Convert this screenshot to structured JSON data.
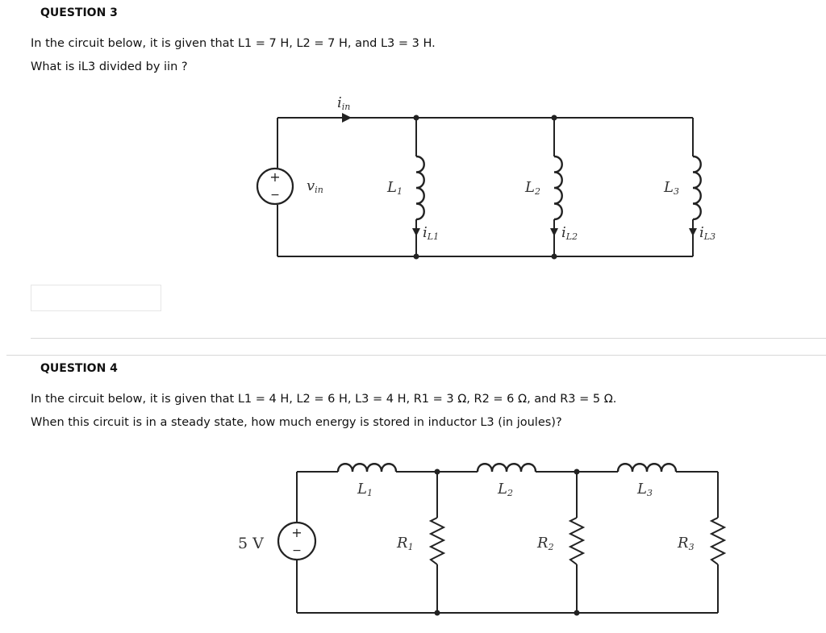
{
  "question3": {
    "title": "QUESTION 3",
    "line1": "In the circuit below, it is given that L1 = 7 H, L2 = 7 H, and L3 = 3 H.",
    "line2": "What is iL3 divided by iin ?",
    "circuit": {
      "source_label": "v",
      "source_sub": "in",
      "current_label": "i",
      "current_sub": "in",
      "inductors": [
        {
          "label": "L",
          "sub": "1",
          "current": "i",
          "current_sub": "L1"
        },
        {
          "label": "L",
          "sub": "2",
          "current": "i",
          "current_sub": "L2"
        },
        {
          "label": "L",
          "sub": "3",
          "current": "i",
          "current_sub": "L3"
        }
      ]
    },
    "answer_value": ""
  },
  "question4": {
    "title": "QUESTION 4",
    "line1": "In the circuit below, it is given that L1 = 4 H, L2 = 6 H, L3 = 4 H, R1 = 3 Ω, R2 = 6 Ω, and R3 = 5 Ω.",
    "line2": "When this circuit is in a steady state, how much energy is stored in inductor L3 (in joules)?",
    "circuit": {
      "source_label": "5 V",
      "inductors": [
        {
          "label": "L",
          "sub": "1"
        },
        {
          "label": "L",
          "sub": "2"
        },
        {
          "label": "L",
          "sub": "3"
        }
      ],
      "resistors": [
        {
          "label": "R",
          "sub": "1"
        },
        {
          "label": "R",
          "sub": "2"
        },
        {
          "label": "R",
          "sub": "3"
        }
      ]
    }
  }
}
